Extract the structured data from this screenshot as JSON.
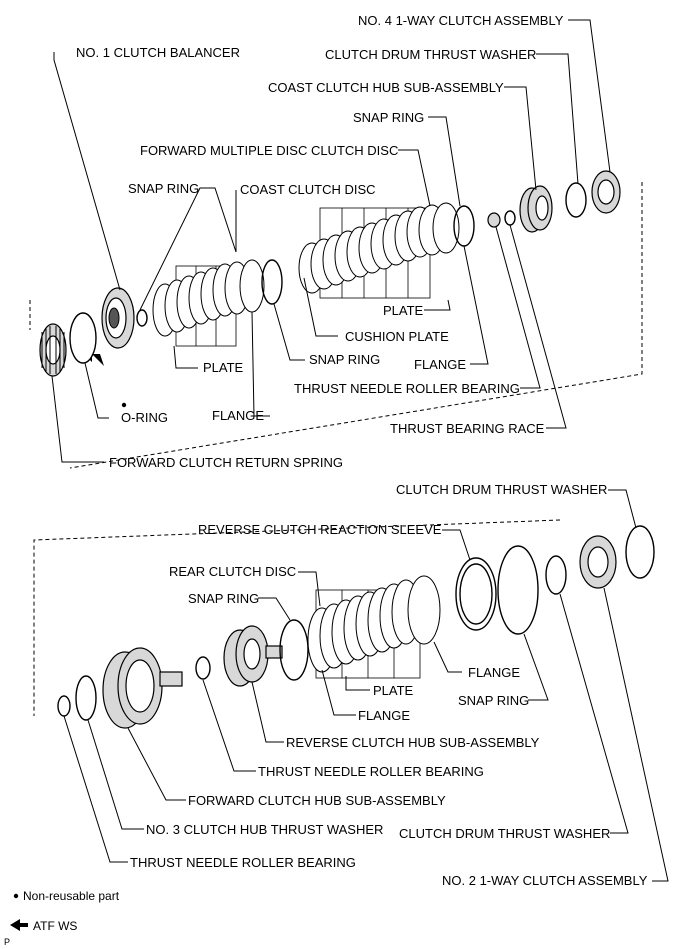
{
  "labels": {
    "no4_one_way_clutch": "NO. 4 1-WAY CLUTCH ASSEMBLY",
    "clutch_drum_thrust_washer_top": "CLUTCH DRUM THRUST WASHER",
    "coast_clutch_hub": "COAST CLUTCH HUB SUB-ASSEMBLY",
    "snap_ring_top_right": "SNAP RING",
    "no1_clutch_balancer": "NO. 1 CLUTCH BALANCER",
    "forward_multiple_disc": "FORWARD MULTIPLE DISC CLUTCH DISC",
    "snap_ring_top_left": "SNAP RING",
    "coast_clutch_disc": "COAST CLUTCH DISC",
    "plate_top_right": "PLATE",
    "cushion_plate": "CUSHION PLATE",
    "plate_top_left": "PLATE",
    "snap_ring_top_mid": "SNAP RING",
    "flange_top_right": "FLANGE",
    "o_ring": "O-RING",
    "thrust_needle_top": "THRUST NEEDLE ROLLER BEARING",
    "flange_top_left": "FLANGE",
    "thrust_bearing_race": "THRUST BEARING RACE",
    "forward_clutch_return_spring": "FORWARD CLUTCH RETURN SPRING",
    "clutch_drum_thrust_washer_mid": "CLUTCH DRUM THRUST WASHER",
    "reverse_clutch_reaction_sleeve": "REVERSE CLUTCH REACTION SLEEVE",
    "rear_clutch_disc": "REAR CLUTCH DISC",
    "snap_ring_bottom_left": "SNAP RING",
    "flange_bottom_right": "FLANGE",
    "plate_bottom": "PLATE",
    "snap_ring_bottom_right": "SNAP RING",
    "flange_bottom_left": "FLANGE",
    "reverse_clutch_hub": "REVERSE CLUTCH HUB SUB-ASSEMBLY",
    "thrust_needle_bottom_mid": "THRUST NEEDLE ROLLER BEARING",
    "forward_clutch_hub": "FORWARD CLUTCH HUB SUB-ASSEMBLY",
    "no3_clutch_hub_thrust_washer": "NO. 3 CLUTCH HUB THRUST WASHER",
    "clutch_drum_thrust_washer_bottom": "CLUTCH DRUM THRUST WASHER",
    "thrust_needle_bottom": "THRUST NEEDLE ROLLER BEARING",
    "no2_one_way_clutch": "NO. 2 1-WAY CLUTCH ASSEMBLY"
  },
  "legend": {
    "non_reusable": "Non-reusable part",
    "atf": "ATF WS",
    "code": "P"
  }
}
